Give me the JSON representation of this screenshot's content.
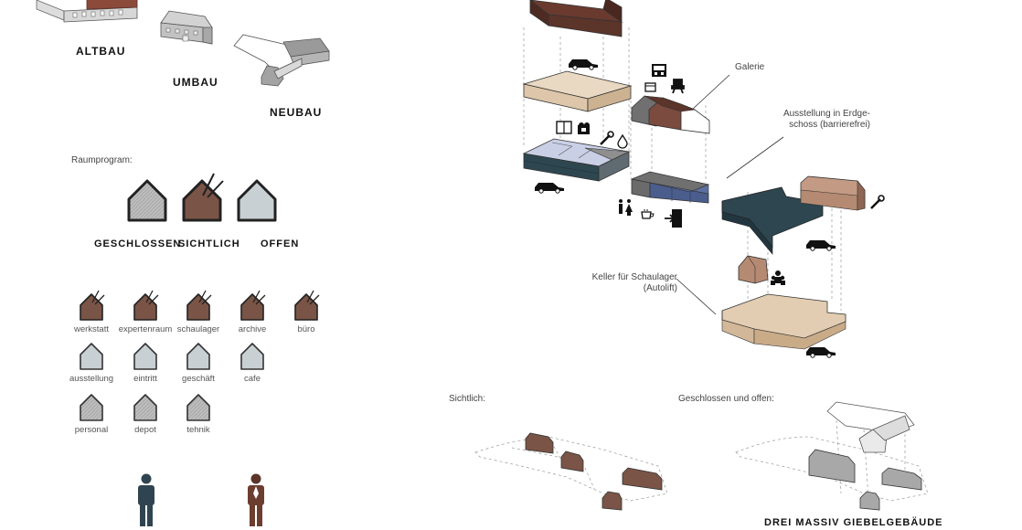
{
  "phases": {
    "altbau": "ALTBAU",
    "umbau": "UMBAU",
    "neubau": "NEUBAU"
  },
  "raumprogram": {
    "title": "Raumprogram:",
    "types": [
      "GESCHLOSSEN",
      "SICHTLICH",
      "OFFEN"
    ]
  },
  "rooms": {
    "row1": [
      "werkstatt",
      "expertenraum",
      "schaulager",
      "archive",
      "büro"
    ],
    "row2": [
      "ausstellung",
      "eintritt",
      "geschäft",
      "cafe"
    ],
    "row3": [
      "personal",
      "depot",
      "tehnik"
    ]
  },
  "annotations": {
    "galerie": "Galerie",
    "ausstellung_l1": "Ausstellung in Erdge-",
    "ausstellung_l2": "schoss (barrierefrei)",
    "keller_l1": "Keller für Schaulager",
    "keller_l2": "(Autolift)"
  },
  "bottom": {
    "sichtlich": "Sichtlich:",
    "geschlossen_offen": "Geschlossen und offen:",
    "caption": "DREI MASSIV GIEBELGEBÄUDE"
  },
  "colors": {
    "brown_dark": "#5b342a",
    "brown": "#7a5446",
    "beige": "#e2cdb2",
    "teal": "#2e4650",
    "blue": "#4a5d8c",
    "grey": "#8f8f8f",
    "light_blue": "#c9d0e6"
  }
}
